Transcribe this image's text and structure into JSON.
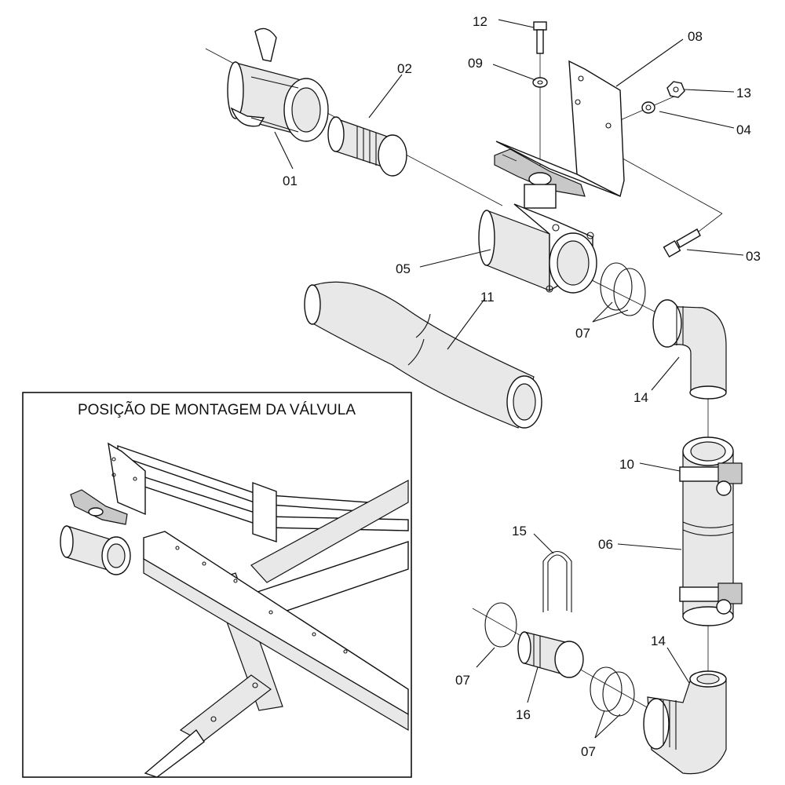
{
  "inset": {
    "title": "POSIÇÃO DE MONTAGEM DA VÁLVULA"
  },
  "labels": {
    "p01": "01",
    "p02": "02",
    "p03": "03",
    "p04": "04",
    "p05": "05",
    "p06": "06",
    "p07a": "07",
    "p07b": "07",
    "p07c": "07",
    "p08": "08",
    "p09": "09",
    "p10": "10",
    "p11": "11",
    "p12": "12",
    "p13": "13",
    "p14a": "14",
    "p14b": "14",
    "p15": "15",
    "p16": "16"
  },
  "colors": {
    "line": "#111111",
    "shade": "#e8e8e8",
    "dark": "#c8c8c8"
  }
}
